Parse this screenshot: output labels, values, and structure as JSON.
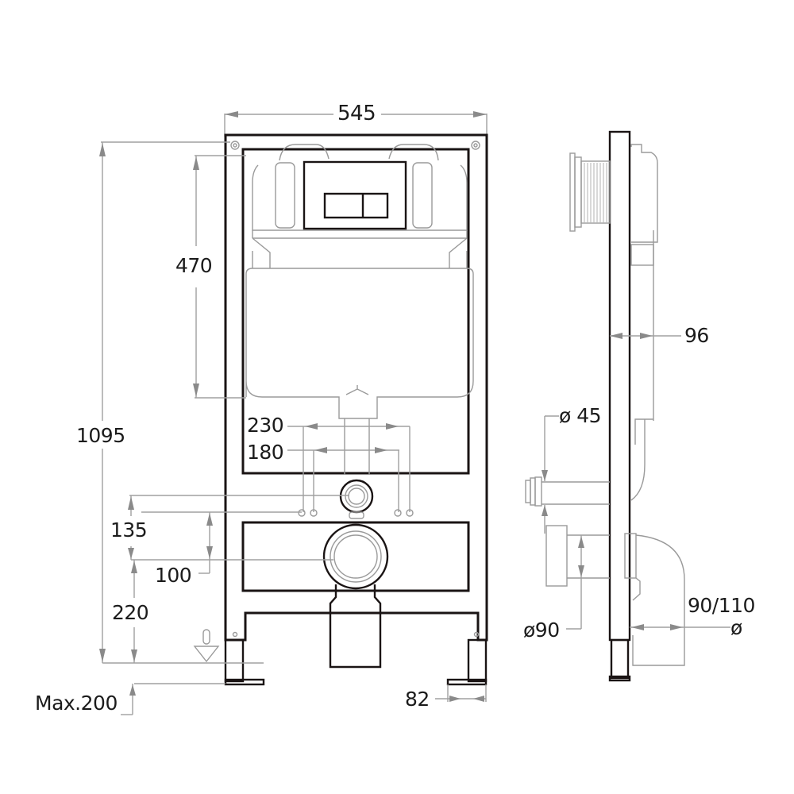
{
  "drawing": {
    "title": "Concealed cistern frame – dimensional drawing",
    "views": [
      "front-view",
      "side-view"
    ],
    "colors": {
      "line": "#1a1414",
      "dimension": "#a0a0a0",
      "background": "#ffffff"
    }
  },
  "front_view": {
    "labels": {
      "width": "545",
      "total_height": "1095",
      "cistern_height": "470",
      "inlet_spacing_outer": "230",
      "inlet_spacing_inner": "180",
      "supply_height": "135",
      "bolt_offset": "100",
      "drain_height": "220",
      "max_floor_height": "Max.200",
      "foot_width": "82"
    },
    "components": [
      "frame",
      "cistern-tank",
      "flush-plate",
      "dual-flush-button",
      "water-inlet",
      "drain-outlet",
      "floor-legs",
      "mounting-bolts"
    ]
  },
  "side_view": {
    "labels": {
      "depth": "96",
      "inlet_diameter": "ø 45",
      "outlet_diameter": "ø90",
      "drain_diameter": "90/110",
      "drain_diameter_symbol": "ø"
    }
  }
}
